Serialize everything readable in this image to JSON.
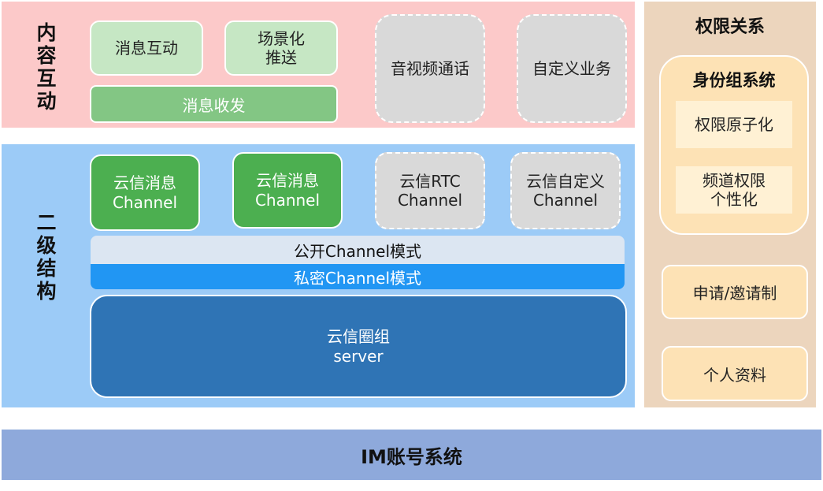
{
  "content_layer": {
    "title": "内容互动",
    "message_interaction": "消息互动",
    "scene_push": "场景化\n推送",
    "message_send_receive": "消息收发",
    "audio_video_call": "音视频通话",
    "custom_business": "自定义业务"
  },
  "second_level": {
    "title": "二级结构",
    "yunxin_channel_1": "云信消息\nChannel",
    "yunxin_channel_2": "云信消息\nChannel",
    "rtc_channel": "云信RTC\nChannel",
    "custom_channel": "云信自定义\nChannel",
    "public_mode": "公开Channel模式",
    "private_mode": "私密Channel模式",
    "server_label": "云信圈组\nserver"
  },
  "permissions": {
    "title": "权限关系",
    "identity_system": "身份组系统",
    "atomic_permissions": "权限原子化",
    "channel_permissions": "频道权限\n个性化",
    "apply_invite": "申请/邀请制",
    "personal_profile": "个人资料"
  },
  "im_account": "IM账号系统"
}
